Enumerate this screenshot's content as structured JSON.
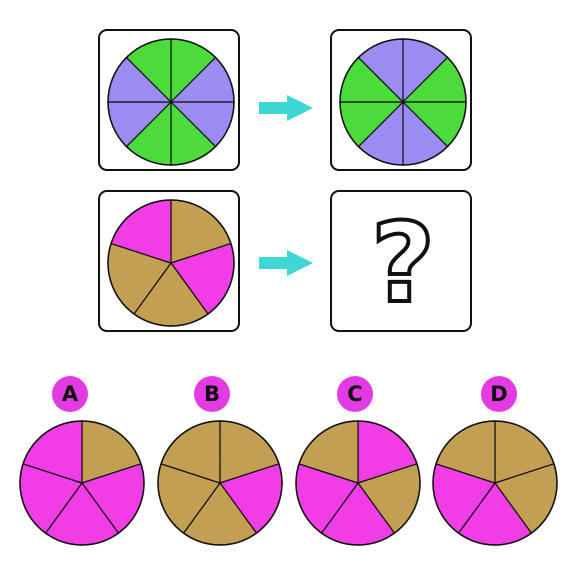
{
  "question_mark": "?",
  "options": [
    {
      "label": "A",
      "pie": [
        "tan",
        "pink",
        "pink",
        "pink",
        "pink"
      ]
    },
    {
      "label": "B",
      "pie": [
        "tan",
        "pink",
        "tan",
        "tan",
        "tan"
      ]
    },
    {
      "label": "C",
      "pie": [
        "pink",
        "tan",
        "pink",
        "pink",
        "tan"
      ]
    },
    {
      "label": "D",
      "pie": [
        "tan",
        "tan",
        "pink",
        "pink",
        "tan"
      ]
    }
  ],
  "example_before": [
    "green",
    "purple",
    "purple",
    "green",
    "green",
    "purple",
    "purple",
    "green"
  ],
  "example_after": [
    "purple",
    "green",
    "green",
    "purple",
    "purple",
    "green",
    "green",
    "purple"
  ],
  "test_before": [
    "tan",
    "pink",
    "tan",
    "tan",
    "pink"
  ],
  "colors": {
    "green": "#4bdc3c",
    "purple": "#9a8cf0",
    "tan": "#c29f52",
    "pink": "#f13de5",
    "arrow": "#3fd6d6",
    "badge": "#e33be3"
  }
}
